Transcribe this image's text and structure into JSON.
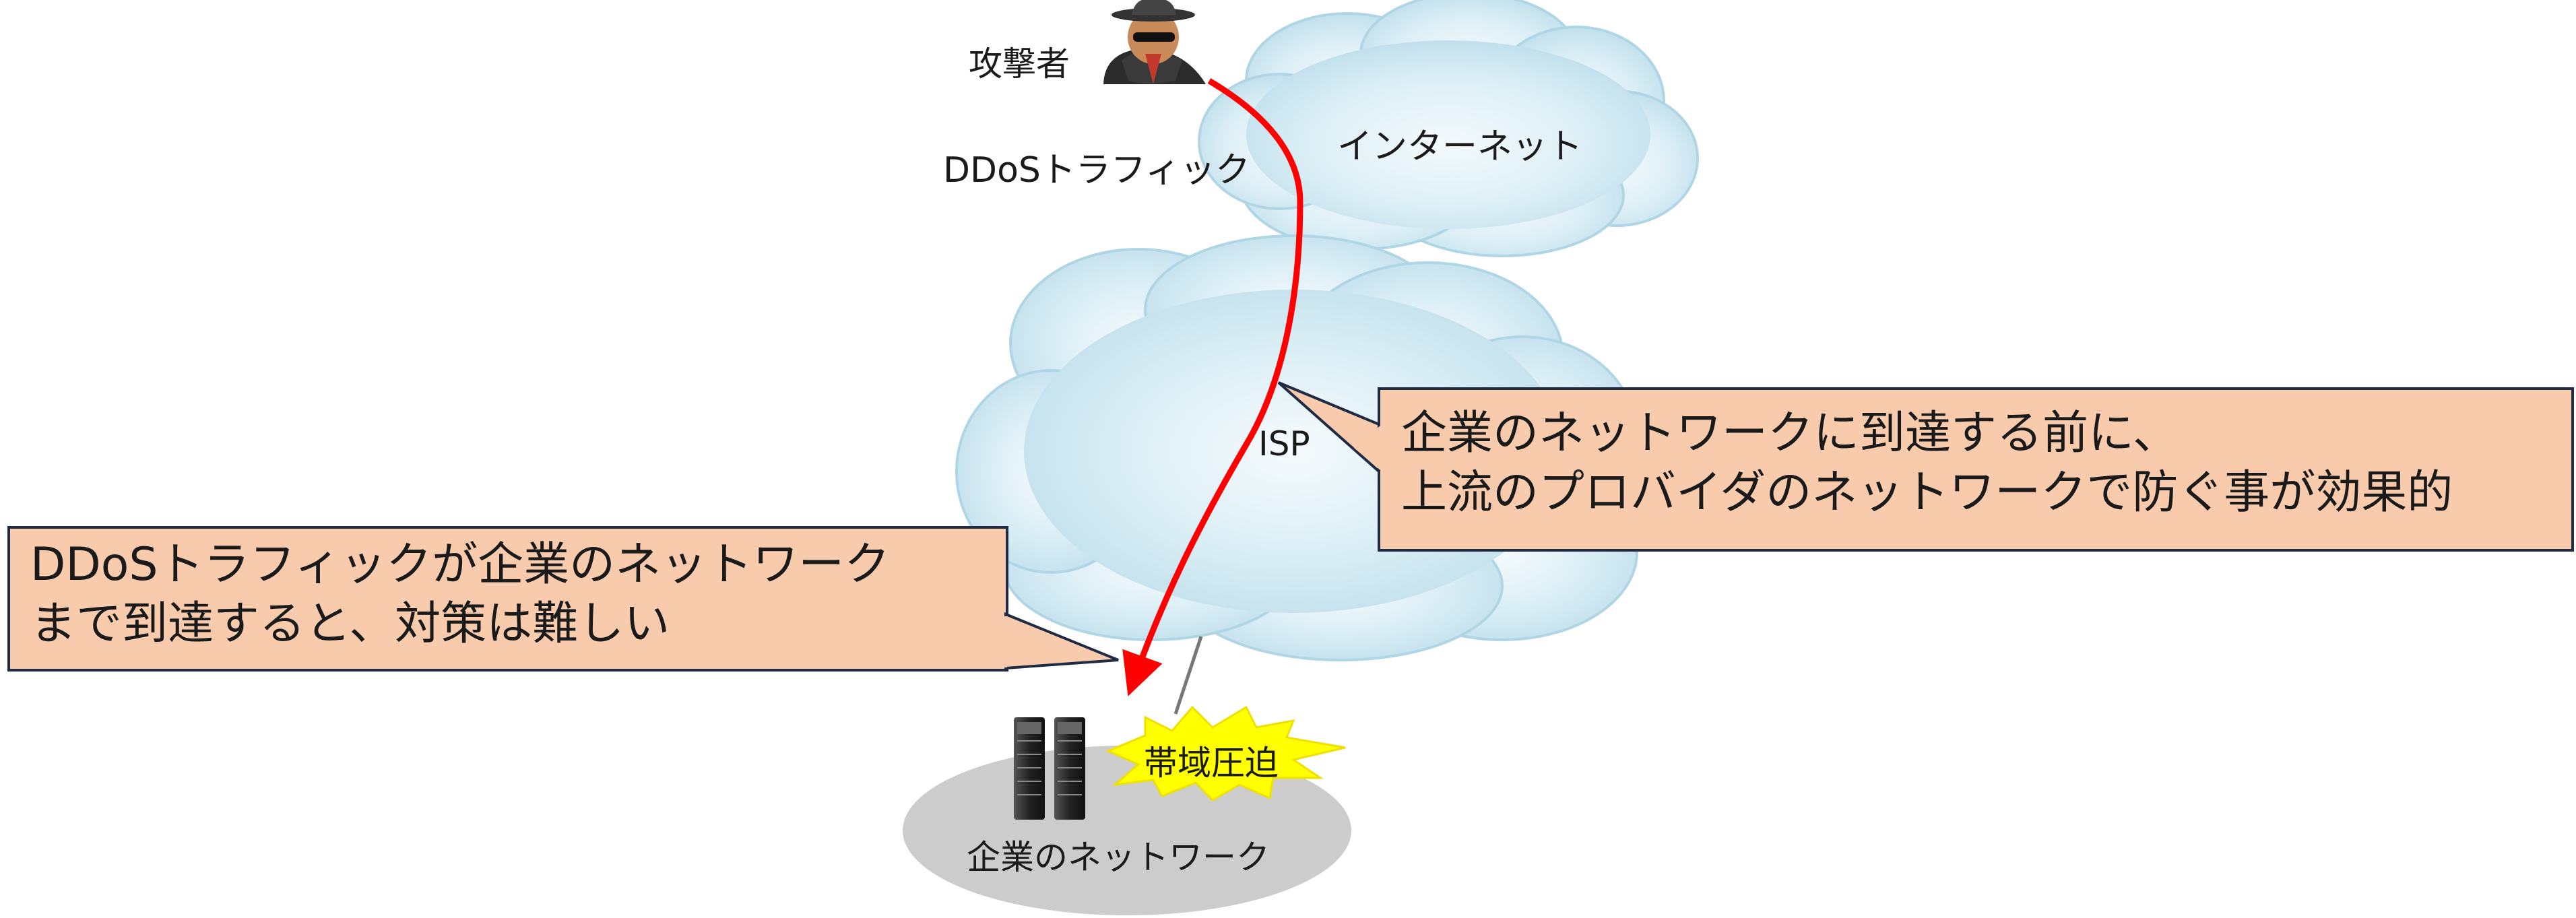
{
  "labels": {
    "attacker": "攻撃者",
    "ddos_traffic": "DDoSトラフィック",
    "internet": "インターネット",
    "isp": "ISP",
    "bandwidth": "帯域圧迫",
    "enterprise_network": "企業のネットワーク"
  },
  "callout_right": {
    "line1": "企業のネットワークに到達する前に、",
    "line2": "上流のプロバイダのネットワークで防ぐ事が効果的"
  },
  "callout_left": {
    "line1": "DDoSトラフィックが企業のネットワーク",
    "line2": "まで到達すると、対策は難しい"
  },
  "colors": {
    "cloud_fill": "#cfe7f0",
    "cloud_edge": "#a9d2e3",
    "callout_fill": "#f8cbad",
    "callout_border": "#1f2a44",
    "attack_path": "#ff0000",
    "burst": "#ffff00",
    "ellipse": "#cccccc"
  },
  "icons": {
    "attacker": "hacker-icon",
    "servers": "server-rack-icon",
    "burst": "explosion-burst-icon"
  }
}
